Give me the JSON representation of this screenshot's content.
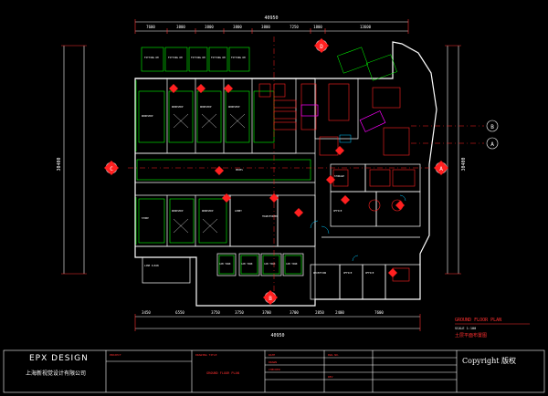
{
  "drawing": {
    "overall_width_dim": "40950",
    "bottom_overall_dim": "40950",
    "left_overall_dim": "30400",
    "right_overall_dim": "30400",
    "top_dims": [
      "7600",
      "3800",
      "3800",
      "3800",
      "3800",
      "7250",
      "1800",
      "13600"
    ],
    "bottom_dims": [
      "3450",
      "6550",
      "3750",
      "3750",
      "3700",
      "3700",
      "2850",
      "2400",
      "7600"
    ],
    "grid_markers": {
      "top": "D",
      "bottom": "B",
      "left": "C",
      "right_a": "A",
      "right_b": "B",
      "lower_a": "A"
    }
  },
  "plan_title": {
    "english": "GROUND FLOOR PLAN",
    "scale": "SCALE 1:100",
    "chinese": "土层平面布置图"
  },
  "colors": {
    "background": "#000000",
    "wall": "#ffffff",
    "furniture": "#00ff00",
    "dimension": "#ffffff",
    "marker": "#ff0000",
    "accent_magenta": "#ff00ff",
    "accent_cyan": "#00c8ff"
  },
  "title_block": {
    "logo": "EPX DESIGN",
    "company_cn": "上海新视觉设计有限公司",
    "copyright": "Copyright 版权",
    "drawing_name": "GROUND FLOOR PLAN"
  }
}
